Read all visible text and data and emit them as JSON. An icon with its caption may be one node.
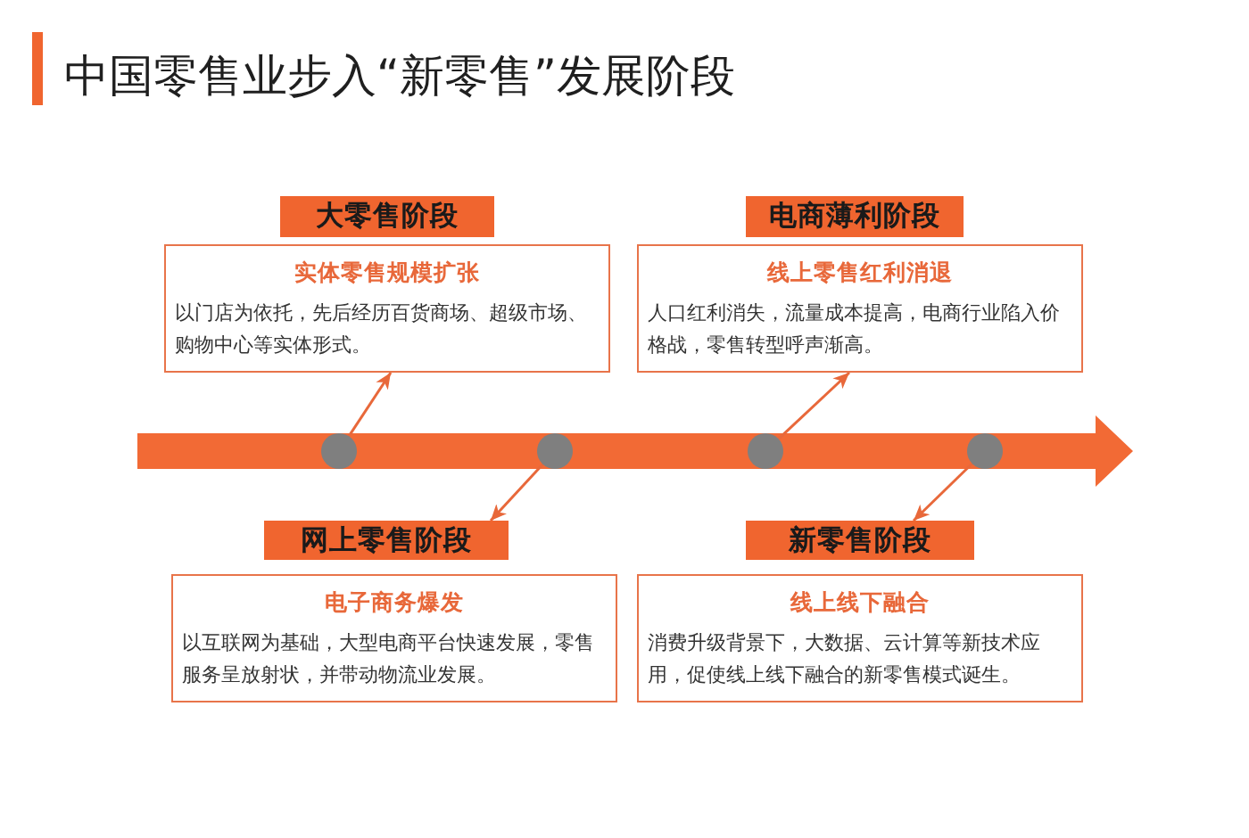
{
  "diagram": {
    "title": "中国零售业步入“新零售”发展阶段",
    "nodes": [
      {
        "text": [
          "大零售阶段"
        ]
      },
      {
        "text": [
          "实体零售规模扩张",
          "以门店为依托，先后经历百货商场、超级市场、购物中心等实体形式。"
        ]
      },
      {
        "text": [
          "电商薄利阶段"
        ]
      },
      {
        "text": [
          "线上零售红利消退",
          "人口红利消失，流量成本提高，电商行业陷入价格战，零售转型呼声渐高。"
        ]
      },
      {
        "text": [],
        "shape": "circle"
      },
      {
        "text": [],
        "shape": "circle"
      },
      {
        "text": [],
        "shape": "circle"
      },
      {
        "text": [],
        "shape": "circle"
      },
      {
        "text": [
          "网上零售阶段"
        ]
      },
      {
        "text": [
          "电子商务爆发",
          "以互联网为基础，大型电商平台快速发展，零售服务呈放射状，并带动物流业发展。"
        ]
      },
      {
        "text": [
          "新零售阶段"
        ]
      },
      {
        "text": [
          "线上线下融合",
          "消费升级背景下，大数据、云计算等新技术应用，促使线上线下融合的新零售模式诞生。"
        ]
      }
    ],
    "edges": [
      {
        "from": 4,
        "to": 1,
        "arrow": "to"
      },
      {
        "from": 5,
        "to": 8,
        "arrow": "to"
      },
      {
        "from": 6,
        "to": 3,
        "arrow": "to"
      },
      {
        "from": 7,
        "to": 10,
        "arrow": "to"
      }
    ]
  }
}
